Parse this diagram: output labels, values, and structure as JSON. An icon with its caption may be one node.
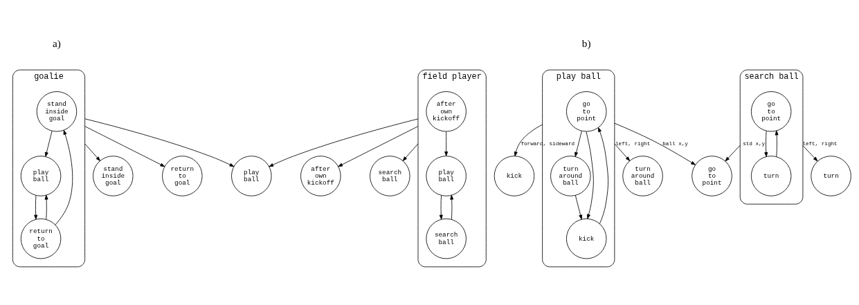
{
  "diagram": {
    "nodes": [
      {
        "text": [
          "goalie"
        ]
      },
      {
        "text": [
          "stand inside goal"
        ],
        "in": 0
      },
      {
        "text": [
          "play ball"
        ],
        "in": 0
      },
      {
        "text": [
          "return to goal"
        ],
        "in": 0
      },
      {
        "text": [
          "field player"
        ]
      },
      {
        "text": [
          "after own kickoff"
        ],
        "in": 4
      },
      {
        "text": [
          "play ball"
        ],
        "in": 4
      },
      {
        "text": [
          "search ball"
        ],
        "in": 4
      },
      {
        "text": [
          "stand inside goal"
        ]
      },
      {
        "text": [
          "return to goal"
        ]
      },
      {
        "text": [
          "play ball"
        ]
      },
      {
        "text": [
          "after own kickoff"
        ]
      },
      {
        "text": [
          "search ball"
        ]
      },
      {
        "text": [
          "play ball"
        ]
      },
      {
        "text": [
          "go to point"
        ],
        "in": 13
      },
      {
        "text": [
          "turn around ball"
        ],
        "in": 13
      },
      {
        "text": [
          "kick"
        ],
        "in": 13
      },
      {
        "text": [
          "search ball"
        ]
      },
      {
        "text": [
          "go to point"
        ],
        "in": 17
      },
      {
        "text": [
          "turn"
        ],
        "in": 17
      },
      {
        "text": [
          "kick"
        ]
      },
      {
        "text": [
          "turn around ball"
        ]
      },
      {
        "text": [
          "go to point"
        ]
      },
      {
        "text": [
          "turn"
        ]
      }
    ],
    "edges": [
      {
        "from": 1,
        "to": 2,
        "arrow": "to"
      },
      {
        "from": 2,
        "to": 3,
        "arrow": "to"
      },
      {
        "from": 3,
        "to": 1,
        "arrow": "to"
      },
      {
        "from": 3,
        "to": 2,
        "arrow": "to"
      },
      {
        "from": 5,
        "to": 6,
        "arrow": "to"
      },
      {
        "from": 6,
        "to": 7,
        "arrow": "to"
      },
      {
        "from": 7,
        "to": 6,
        "arrow": "to"
      },
      {
        "from": 0,
        "to": 8,
        "arrow": "to"
      },
      {
        "from": 0,
        "to": 9,
        "arrow": "to"
      },
      {
        "from": 0,
        "to": 10,
        "arrow": "to"
      },
      {
        "from": 4,
        "to": 10,
        "arrow": "to"
      },
      {
        "from": 4,
        "to": 11,
        "arrow": "to"
      },
      {
        "from": 4,
        "to": 12,
        "arrow": "to"
      },
      {
        "from": 14,
        "to": 15,
        "arrow": "to"
      },
      {
        "from": 14,
        "to": 16,
        "arrow": "to"
      },
      {
        "from": 15,
        "to": 16,
        "arrow": "to"
      },
      {
        "from": 16,
        "to": 14,
        "arrow": "to"
      },
      {
        "from": 18,
        "to": 19,
        "arrow": "to"
      },
      {
        "from": 19,
        "to": 18,
        "arrow": "to"
      },
      {
        "from": 13,
        "to": 20,
        "arrow": "to",
        "label": "forward, sideward"
      },
      {
        "from": 13,
        "to": 21,
        "arrow": "to",
        "label": "left, right"
      },
      {
        "from": 13,
        "to": 22,
        "arrow": "to",
        "label": "ball x,y"
      },
      {
        "from": 17,
        "to": 22,
        "arrow": "to",
        "label": "std x,y"
      },
      {
        "from": 17,
        "to": 23,
        "arrow": "to",
        "label": "left, right"
      }
    ],
    "labels": [
      "a)",
      "b)"
    ]
  }
}
